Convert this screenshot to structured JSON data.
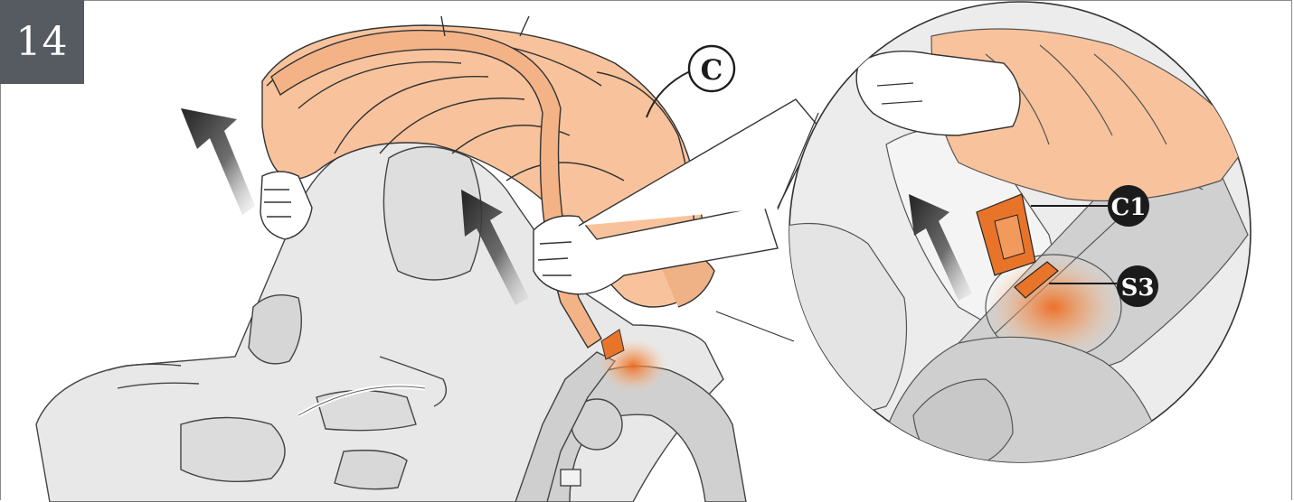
{
  "step": {
    "number": "14"
  },
  "labels": {
    "canopy": "C",
    "clip": "C1",
    "slot": "S3"
  },
  "colors": {
    "step_bg": "#565a61",
    "canopy_fill": "#f8c39c",
    "canopy_dark": "#efb287",
    "part_orange": "#e8742a",
    "seat_fill": "#e6e6e6",
    "line": "#222222",
    "arrow": "#222222",
    "callout_dark": "#1b1b1b"
  },
  "icons": [
    "up-left-arrow-icon",
    "magnifier-circle-icon"
  ]
}
